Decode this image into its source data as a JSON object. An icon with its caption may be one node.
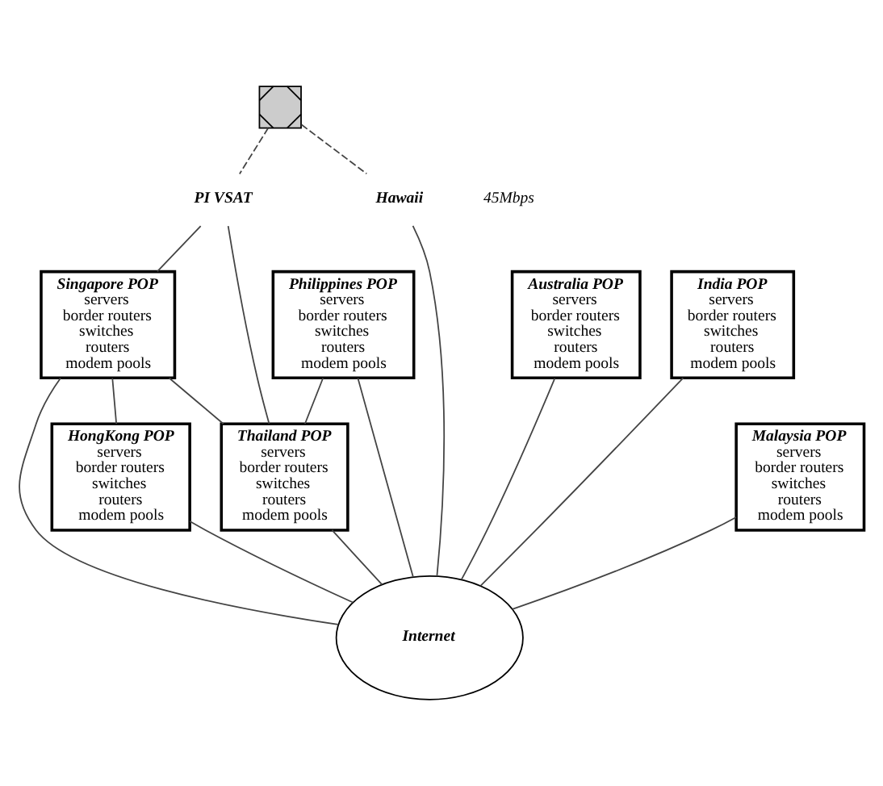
{
  "diagram": {
    "nodes": [
      {
        "text": [],
        "shape": "satellite"
      },
      {
        "text": [
          "PI VSAT"
        ]
      },
      {
        "text": [
          "Hawaii"
        ]
      },
      {
        "text": [
          "Internet"
        ]
      },
      {
        "text": [
          "Singapore POP",
          "servers",
          "border routers",
          "switches",
          "routers",
          "modem pools"
        ]
      },
      {
        "text": [
          "Australia POP",
          "servers",
          "border routers",
          "switches",
          "routers",
          "modem pools"
        ]
      },
      {
        "text": [
          "Philippines POP",
          "servers",
          "border routers",
          "switches",
          "routers",
          "modem pools"
        ]
      },
      {
        "text": [
          "India POP",
          "servers",
          "border routers",
          "switches",
          "routers",
          "modem pools"
        ]
      },
      {
        "text": [
          "Thailand POP",
          "servers",
          "border routers",
          "switches",
          "routers",
          "modem pools"
        ]
      },
      {
        "text": [
          "HongKong POP",
          "servers",
          "border routers",
          "switches",
          "routers",
          "modem pools"
        ]
      },
      {
        "text": [
          "Malaysia POP",
          "servers",
          "border routers",
          "switches",
          "routers",
          "modem pools"
        ]
      }
    ],
    "edges": [
      {
        "from": 0,
        "to": 1,
        "arrow": "none",
        "style": "dashed"
      },
      {
        "from": 0,
        "to": 2,
        "arrow": "none",
        "style": "dashed"
      },
      {
        "from": 2,
        "to": 3,
        "arrow": "none"
      },
      {
        "from": 1,
        "to": 4,
        "arrow": "none"
      },
      {
        "from": 1,
        "to": 8,
        "arrow": "none"
      },
      {
        "from": 4,
        "to": 3,
        "arrow": "none"
      },
      {
        "from": 4,
        "to": 9,
        "arrow": "none"
      },
      {
        "from": 4,
        "to": 8,
        "arrow": "none"
      },
      {
        "from": 5,
        "to": 3,
        "arrow": "none"
      },
      {
        "from": 6,
        "to": 3,
        "arrow": "none"
      },
      {
        "from": 6,
        "to": 8,
        "arrow": "none"
      },
      {
        "from": 7,
        "to": 3,
        "arrow": "none"
      },
      {
        "from": 8,
        "to": 3,
        "arrow": "none"
      },
      {
        "from": 9,
        "to": 3,
        "arrow": "none"
      },
      {
        "from": 10,
        "to": 3,
        "arrow": "none"
      }
    ],
    "labels": [
      "45Mbps"
    ]
  }
}
